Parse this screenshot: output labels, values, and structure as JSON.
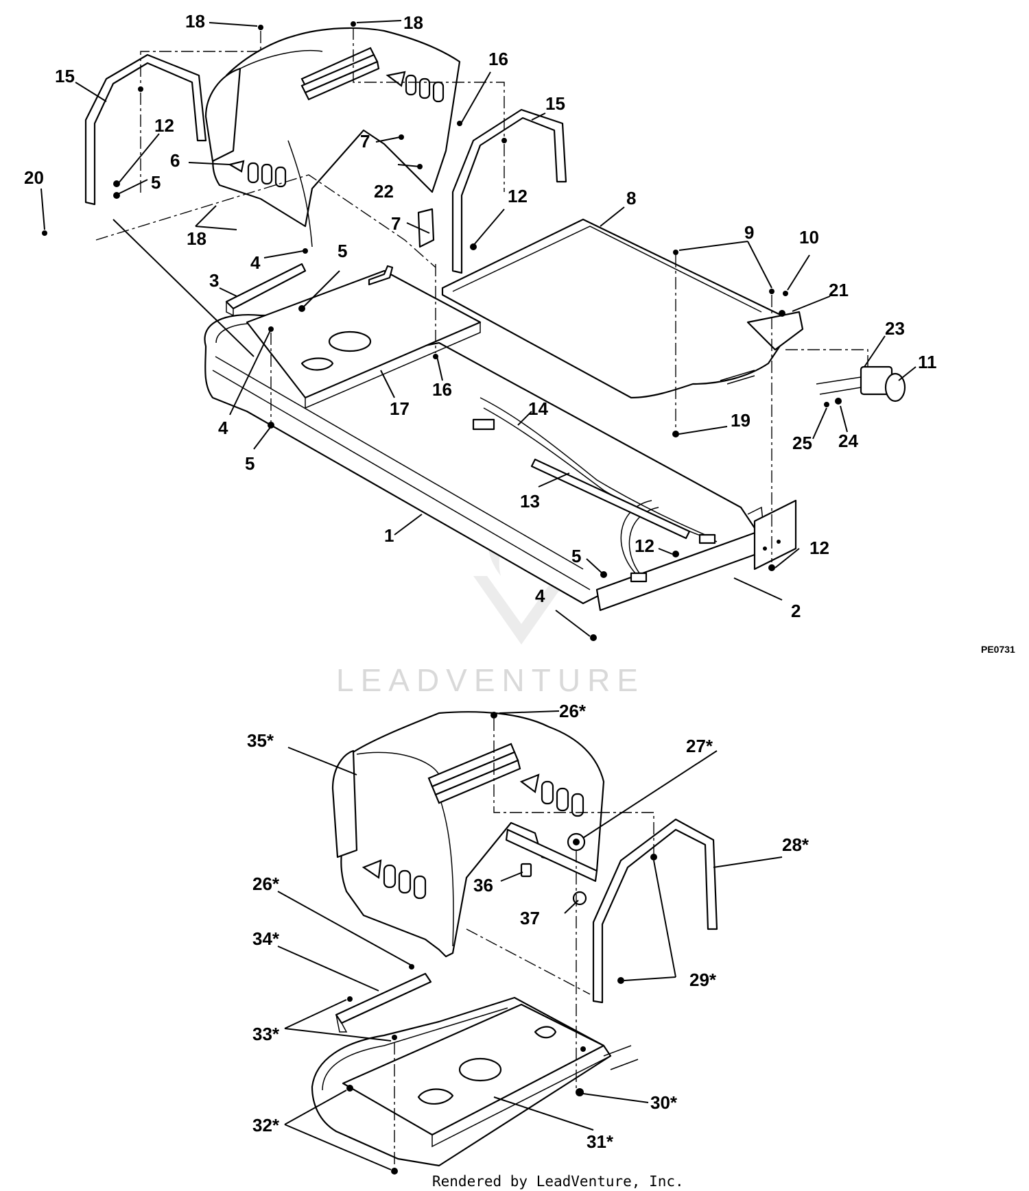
{
  "diagram": {
    "reference_code": "PE0731",
    "watermark": "LEADVENTURE",
    "rendered_by": "Rendered by LeadVenture, Inc.",
    "upper_callouts": [
      "18",
      "18",
      "15",
      "16",
      "12",
      "7",
      "15",
      "6",
      "20",
      "5",
      "22",
      "12",
      "7",
      "8",
      "18",
      "4",
      "5",
      "9",
      "10",
      "3",
      "21",
      "23",
      "11",
      "16",
      "17",
      "4",
      "14",
      "19",
      "25",
      "24",
      "5",
      "13",
      "1",
      "5",
      "12",
      "12",
      "4",
      "2"
    ],
    "lower_callouts": [
      "26*",
      "35*",
      "27*",
      "28*",
      "36",
      "37",
      "26*",
      "34*",
      "29*",
      "33*",
      "30*",
      "32*",
      "31*"
    ]
  }
}
